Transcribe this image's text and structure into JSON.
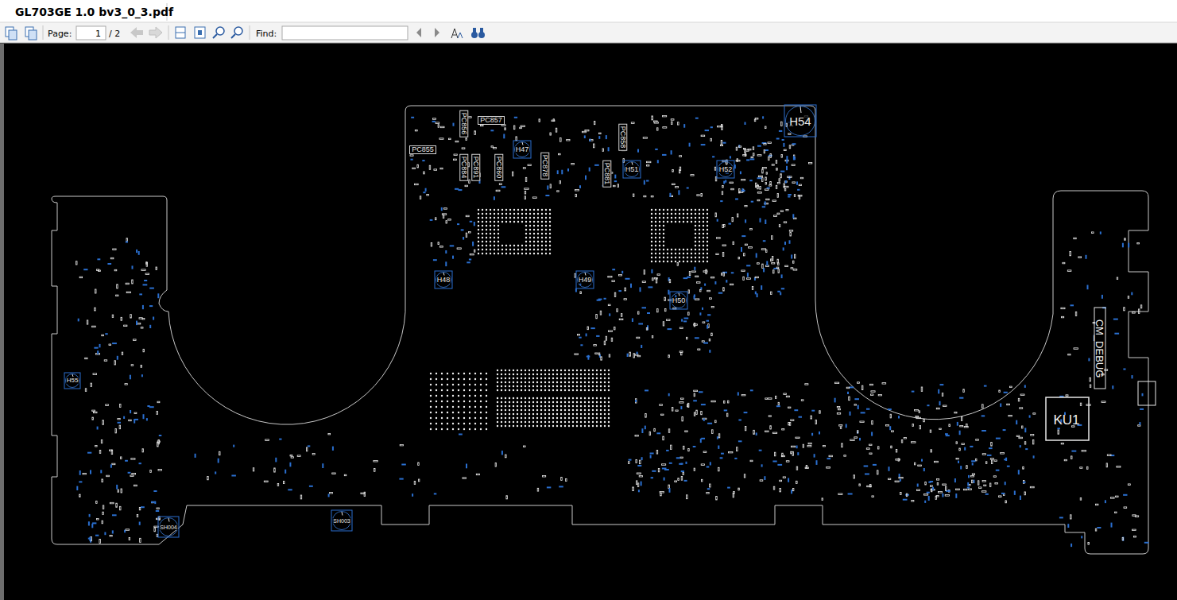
{
  "diagram": {
    "title": "GL703GE 1.0 bv3_0_3.pdf",
    "labels": [
      "Page:",
      "1",
      "/ 2",
      "Find:",
      "H54",
      "H47",
      "H51",
      "H52",
      "H48",
      "H49",
      "H50",
      "H55",
      "KU1",
      "CM_DEBUG",
      "PC857",
      "PC855",
      "PC856",
      "PC884",
      "PC891",
      "PC860",
      "PC878",
      "PC881",
      "PC858",
      "SH004",
      "SH003"
    ]
  }
}
